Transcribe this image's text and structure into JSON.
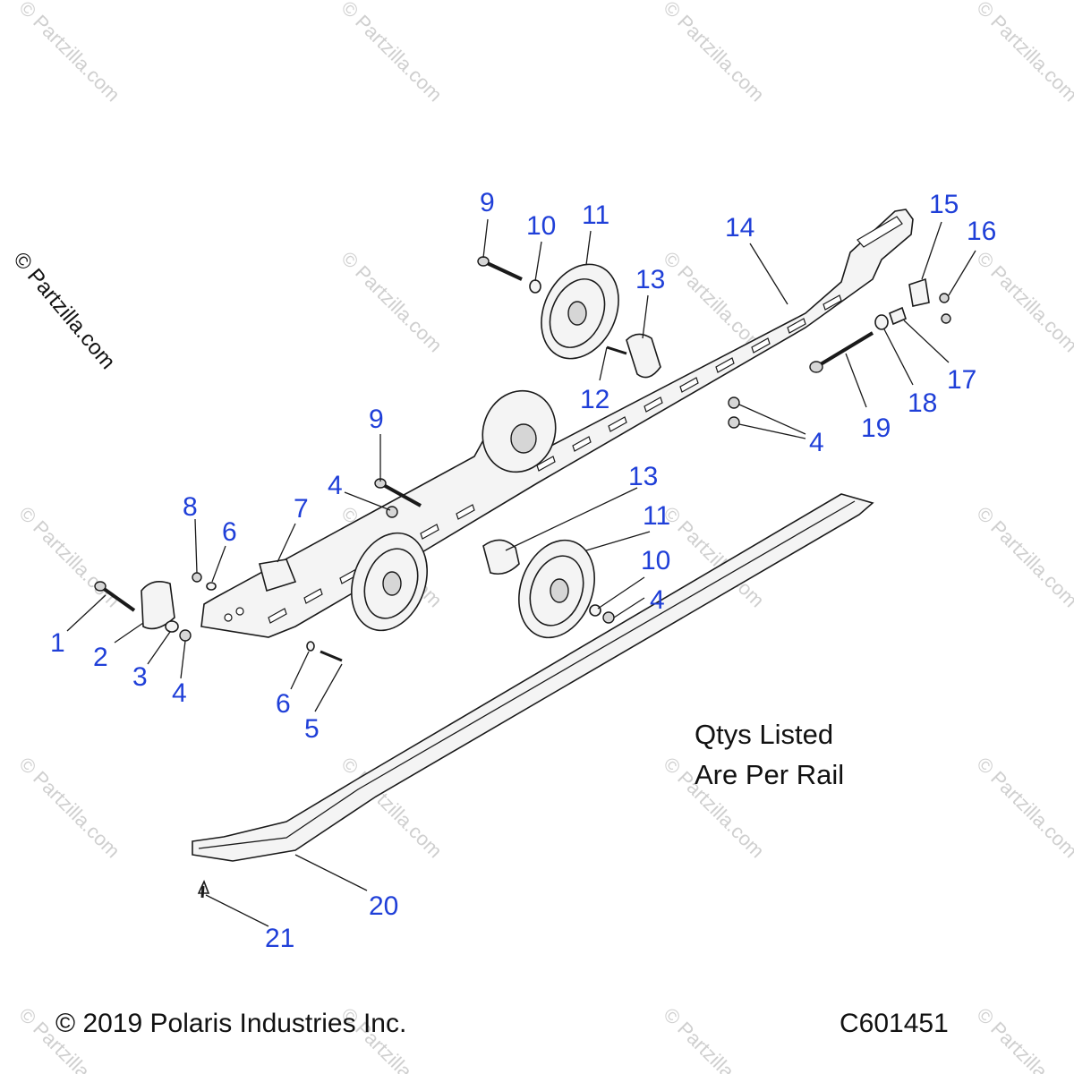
{
  "watermark": {
    "text": "© Partzilla.com",
    "side_text": "© Partzilla.com"
  },
  "callouts": {
    "c1": "1",
    "c2": "2",
    "c3": "3",
    "c4a": "4",
    "c4b": "4",
    "c4c": "4",
    "c4d": "4",
    "c5": "5",
    "c6a": "6",
    "c6b": "6",
    "c7": "7",
    "c8": "8",
    "c9a": "9",
    "c9b": "9",
    "c10a": "10",
    "c10b": "10",
    "c11a": "11",
    "c11b": "11",
    "c12": "12",
    "c13a": "13",
    "c13b": "13",
    "c14": "14",
    "c15": "15",
    "c16": "16",
    "c17": "17",
    "c18": "18",
    "c19": "19",
    "c20": "20",
    "c21": "21"
  },
  "note": {
    "line1": "Qtys Listed",
    "line2": "Are Per Rail"
  },
  "footer": {
    "copyright": "© 2019 Polaris Industries Inc.",
    "code": "C601451"
  }
}
